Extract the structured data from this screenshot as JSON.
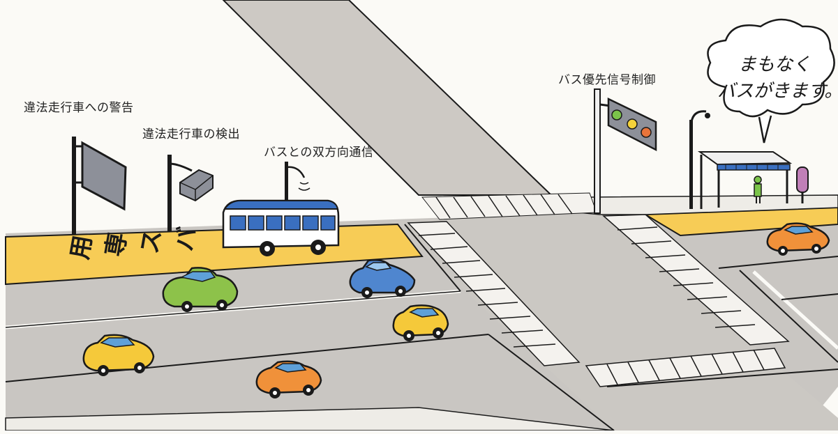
{
  "labels": {
    "warning": "違法走行車への警告",
    "detection": "違法走行車の検出",
    "bus_comm": "バスとの双方向通信",
    "signal_control": "バス優先信号制御"
  },
  "speech_bubble": {
    "line1": "まもなく",
    "line2": "バスがきます。"
  },
  "bus_lane_marking": [
    "バ",
    "ス",
    "専",
    "用"
  ],
  "colors": {
    "road": "#c9c6c2",
    "paper": "#fbfaf6",
    "bus_lane": "#f7cc56",
    "bus_roof": "#3a6fc0",
    "outline": "#1a1a1a"
  },
  "icons": [
    "warning-sign-icon",
    "detector-icon",
    "antenna-icon",
    "traffic-light-icon",
    "speech-bubble-icon",
    "bus-stop-shelter-icon",
    "passenger-icon",
    "bus-icon",
    "car-icon"
  ]
}
